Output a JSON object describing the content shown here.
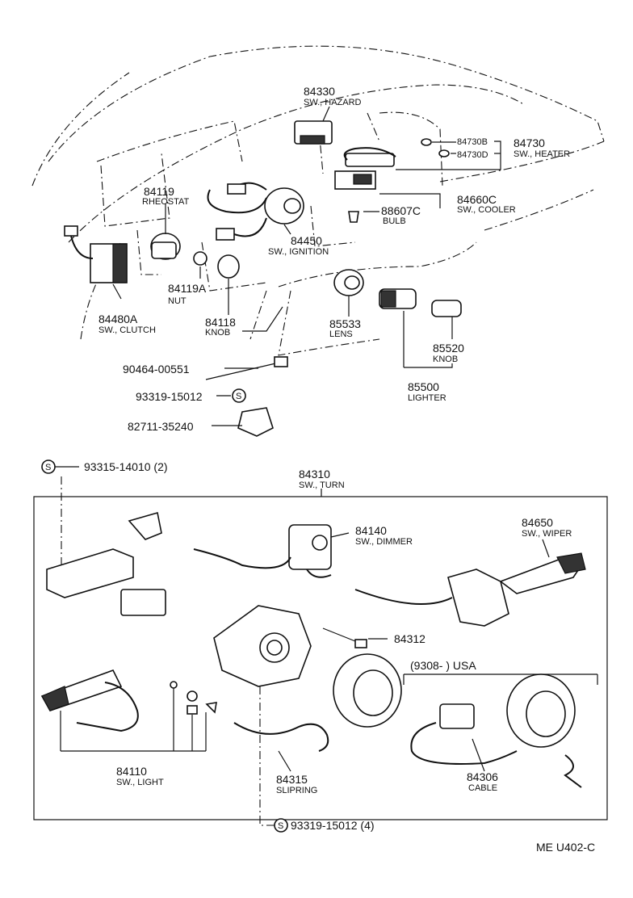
{
  "diagram": {
    "ref_code": "ME  U402-C",
    "usa_range_label": "(9308-          ) USA",
    "parts": [
      {
        "id": "84330",
        "name": "SW., HAZARD"
      },
      {
        "id": "84730B",
        "name": ""
      },
      {
        "id": "84730D",
        "name": ""
      },
      {
        "id": "84730",
        "name": "SW., HEATER"
      },
      {
        "id": "84119",
        "name": "RHEOSTAT"
      },
      {
        "id": "84660C",
        "name": "SW., COOLER"
      },
      {
        "id": "88607C",
        "name": "BULB"
      },
      {
        "id": "84450",
        "name": "SW., IGNITION"
      },
      {
        "id": "84119A",
        "name": "NUT"
      },
      {
        "id": "84480A",
        "name": "SW., CLUTCH"
      },
      {
        "id": "84118",
        "name": "KNOB"
      },
      {
        "id": "85533",
        "name": "LENS"
      },
      {
        "id": "85520",
        "name": "KNOB"
      },
      {
        "id": "85500",
        "name": "LIGHTER"
      },
      {
        "id": "90464-00551",
        "name": ""
      },
      {
        "id": "93319-15012",
        "name": ""
      },
      {
        "id": "82711-35240",
        "name": ""
      },
      {
        "id": "93315-14010 (2)",
        "name": ""
      },
      {
        "id": "84310",
        "name": "SW., TURN"
      },
      {
        "id": "84140",
        "name": "SW., DIMMER"
      },
      {
        "id": "84650",
        "name": "SW., WIPER"
      },
      {
        "id": "84312",
        "name": ""
      },
      {
        "id": "84110",
        "name": "SW., LIGHT"
      },
      {
        "id": "84315",
        "name": "SLIPRING"
      },
      {
        "id": "84306",
        "name": "CABLE"
      },
      {
        "id": "93319-15012 (4)",
        "name": ""
      }
    ]
  }
}
